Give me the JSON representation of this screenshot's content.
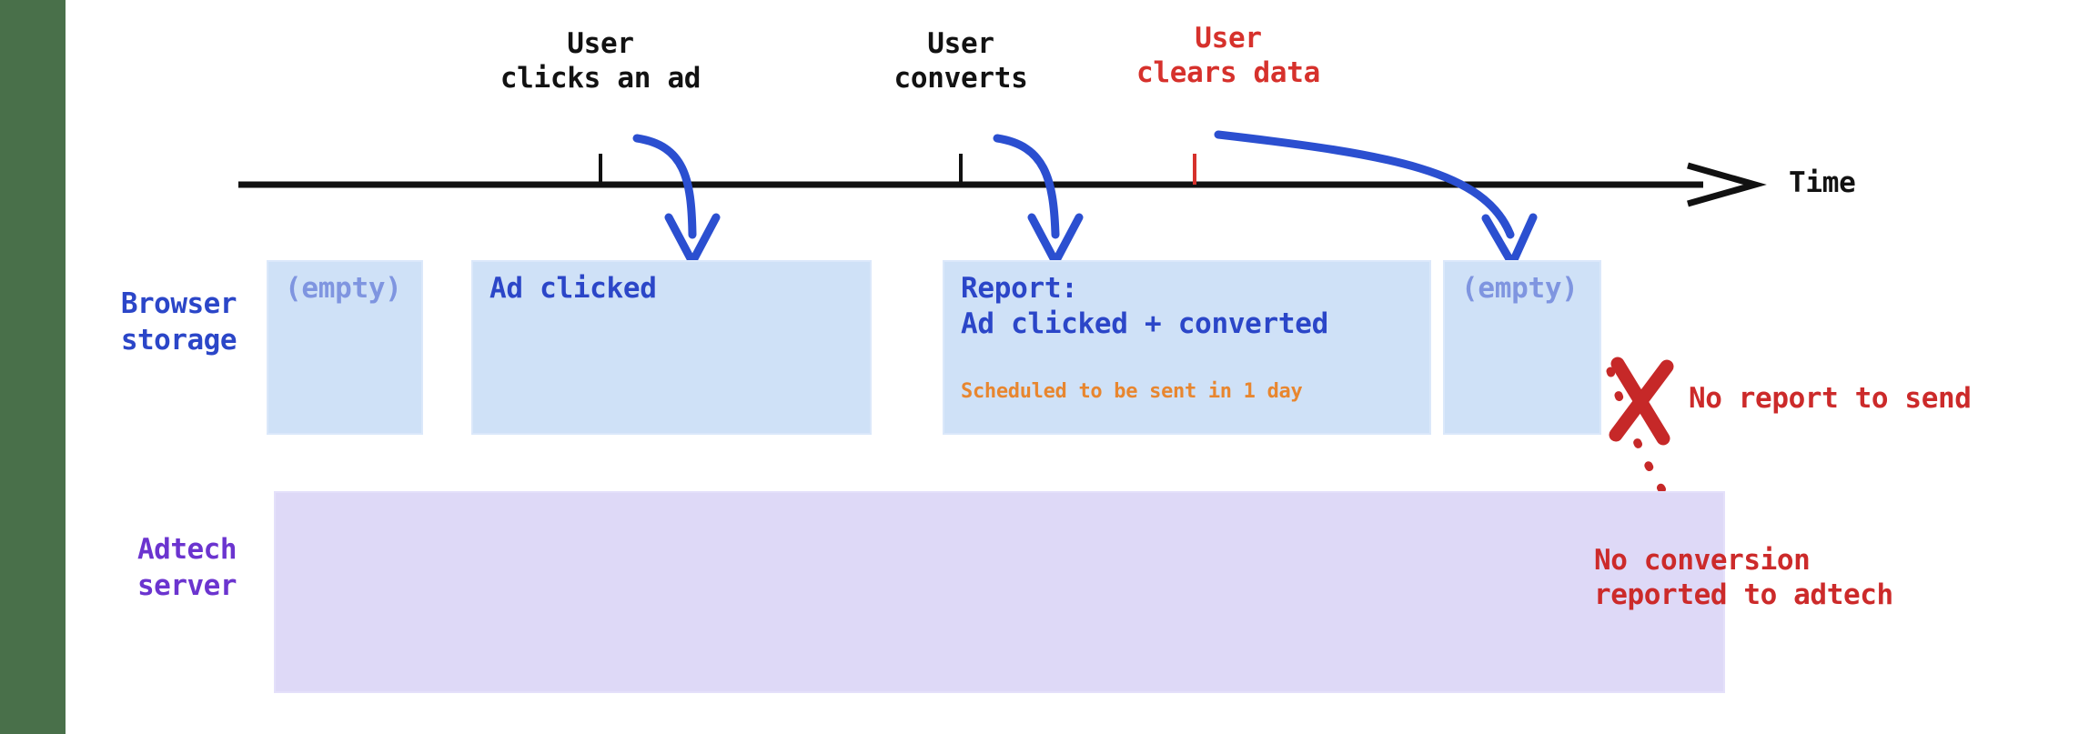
{
  "diagram": {
    "title_colors": {
      "timeline": "#121212",
      "browser_blue": "#2b46c8",
      "empty_blue": "#7f95e0",
      "adtech_purple": "#6b34cf",
      "alert_red": "#cc2a2a",
      "event_red": "#d6312c",
      "schedule_orange": "#e8862f",
      "box_blue_fill": "#cfe1f7",
      "box_purple_fill": "#ded9f7",
      "page_band_green": "#49704a"
    },
    "axis": {
      "label": "Time"
    },
    "events": [
      {
        "id": "click",
        "line1": "User",
        "line2": "clicks an ad",
        "color": "black"
      },
      {
        "id": "convert",
        "line1": "User",
        "line2": "converts",
        "color": "black"
      },
      {
        "id": "clear",
        "line1": "User",
        "line2": "clears data",
        "color": "red"
      }
    ],
    "rows": [
      {
        "id": "browser",
        "line1": "Browser",
        "line2": "storage"
      },
      {
        "id": "adtech",
        "line1": "Adtech",
        "line2": "server"
      }
    ],
    "browser_states": [
      {
        "id": "state-1",
        "text": "(empty)",
        "style": "empty",
        "sub": ""
      },
      {
        "id": "state-2",
        "text": "Ad clicked",
        "style": "filled",
        "sub": ""
      },
      {
        "id": "state-3",
        "text": "Report:\nAd clicked + converted",
        "style": "filled",
        "sub": "Scheduled to be sent in 1 day"
      },
      {
        "id": "state-4",
        "text": "(empty)",
        "style": "empty",
        "sub": ""
      }
    ],
    "annotations": [
      {
        "id": "no-report",
        "text": "No report to send"
      },
      {
        "id": "no-conversion",
        "text": "No conversion\nreported to adtech"
      }
    ]
  }
}
